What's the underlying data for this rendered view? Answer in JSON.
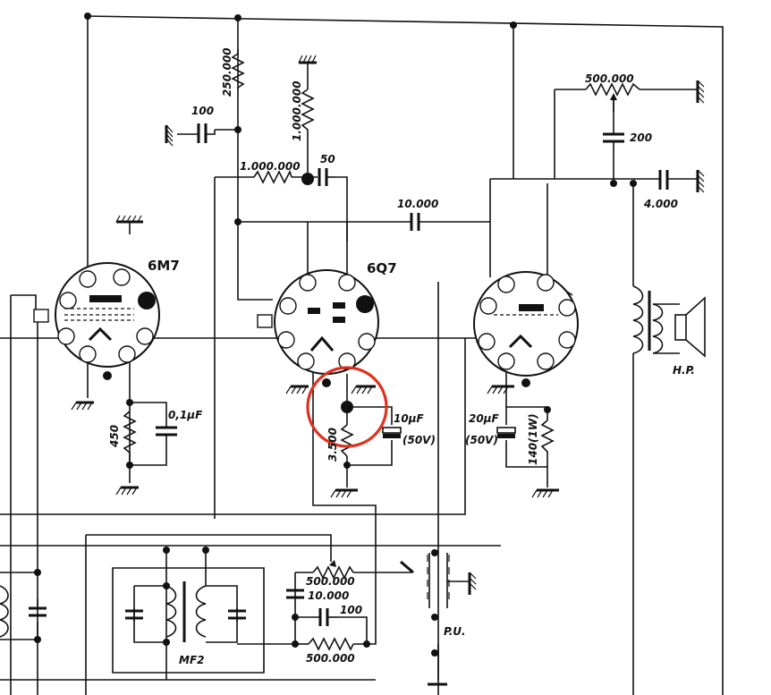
{
  "tubes": {
    "t1": "6M7",
    "t2": "6Q7"
  },
  "components": {
    "r_250k": "250.000",
    "c_100_top": "100",
    "r_1m_v": "1.000.000",
    "r_1m_h": "1.000.000",
    "c_50": "50",
    "c_10k_mid": "10.000",
    "pot_500k_top": "500.000",
    "c_200": "200",
    "c_4000": "4.000",
    "hp": "H.P.",
    "r_450": "450",
    "c_01uf": "0,1μF",
    "r_3500": "3.500",
    "c_10uf": "10μF",
    "c_10uf_v": "(50V)",
    "c_20uf": "20μF",
    "c_20uf_v": "(50V)",
    "r_140": "140(1W)",
    "pot_500k_bot": "500.000",
    "c_10k_bot": "10.000",
    "c_100_bot": "100",
    "r_500k_bot": "500.000",
    "pu": "P.U.",
    "mf2": "MF2"
  },
  "colors": {
    "ink": "#111111",
    "highlight": "#e0301e",
    "paper": "#ffffff"
  }
}
